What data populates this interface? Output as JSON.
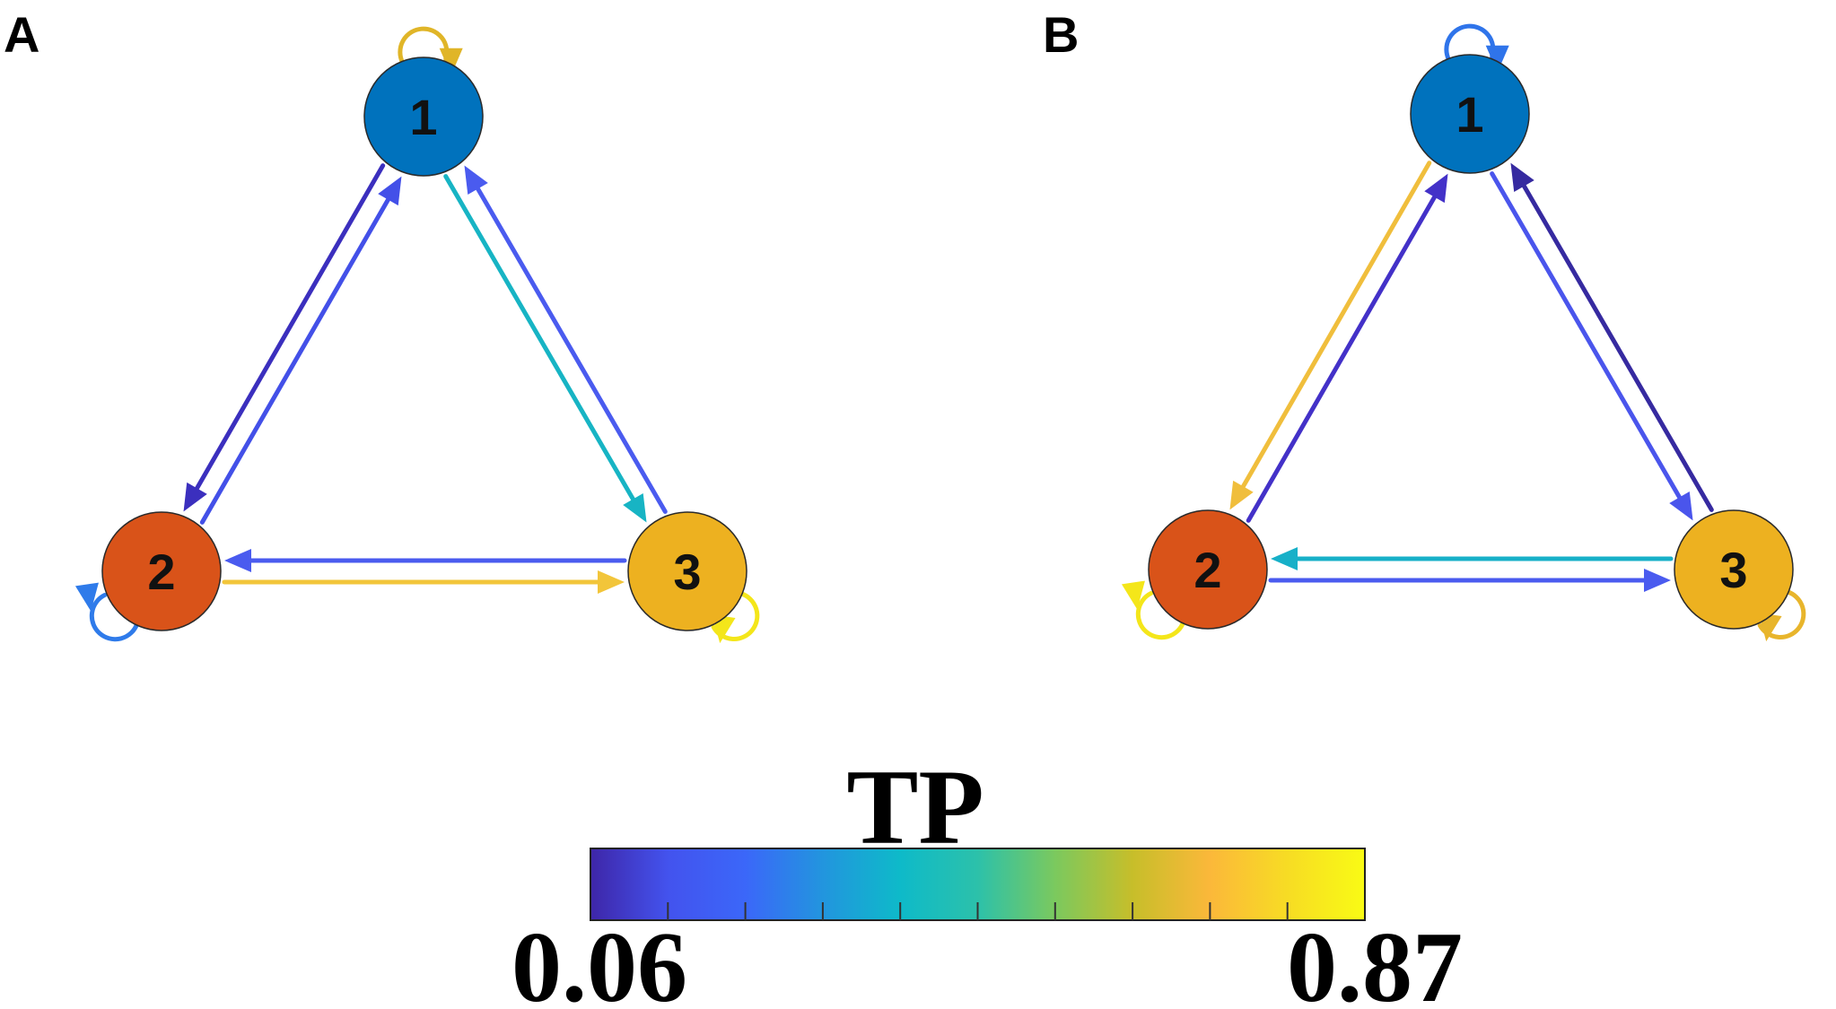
{
  "panels": [
    {
      "label": "A",
      "nodes": [
        {
          "id": "1",
          "label": "1",
          "color": "#0072BD"
        },
        {
          "id": "2",
          "label": "2",
          "color": "#D95319"
        },
        {
          "id": "3",
          "label": "3",
          "color": "#EDB120"
        }
      ],
      "edges": [
        {
          "from": "1",
          "to": "2",
          "color": "#3B2FBE"
        },
        {
          "from": "2",
          "to": "1",
          "color": "#4350E8"
        },
        {
          "from": "1",
          "to": "3",
          "color": "#17B4C4"
        },
        {
          "from": "3",
          "to": "1",
          "color": "#4A5BEF"
        },
        {
          "from": "3",
          "to": "2",
          "color": "#4A5BEF"
        },
        {
          "from": "2",
          "to": "3",
          "color": "#F2C53A"
        }
      ],
      "self_loops": [
        {
          "node": "1",
          "color": "#E0B528"
        },
        {
          "node": "2",
          "color": "#2F7BEA"
        },
        {
          "node": "3",
          "color": "#F4E61A"
        }
      ]
    },
    {
      "label": "B",
      "nodes": [
        {
          "id": "1",
          "label": "1",
          "color": "#0072BD"
        },
        {
          "id": "2",
          "label": "2",
          "color": "#D95319"
        },
        {
          "id": "3",
          "label": "3",
          "color": "#EDB120"
        }
      ],
      "edges": [
        {
          "from": "1",
          "to": "2",
          "color": "#F0BE3C"
        },
        {
          "from": "2",
          "to": "1",
          "color": "#4331C8"
        },
        {
          "from": "1",
          "to": "3",
          "color": "#4A55EC"
        },
        {
          "from": "3",
          "to": "1",
          "color": "#362AA0"
        },
        {
          "from": "3",
          "to": "2",
          "color": "#17B0C8"
        },
        {
          "from": "2",
          "to": "3",
          "color": "#4A5BEF"
        }
      ],
      "self_loops": [
        {
          "node": "1",
          "color": "#2F74EA"
        },
        {
          "node": "2",
          "color": "#F4E61A"
        },
        {
          "node": "3",
          "color": "#E8B52C"
        }
      ]
    }
  ],
  "colorbar": {
    "title": "TP",
    "min_label": "0.06",
    "max_label": "0.87",
    "min": 0.06,
    "max": 0.87,
    "colors": [
      "#3E26A8",
      "#4353EE",
      "#3B67F9",
      "#2295DE",
      "#0EBAC9",
      "#2CC1AA",
      "#7BC95E",
      "#C7BE2A",
      "#FBB83A",
      "#F7DC24",
      "#F9FB14"
    ]
  }
}
